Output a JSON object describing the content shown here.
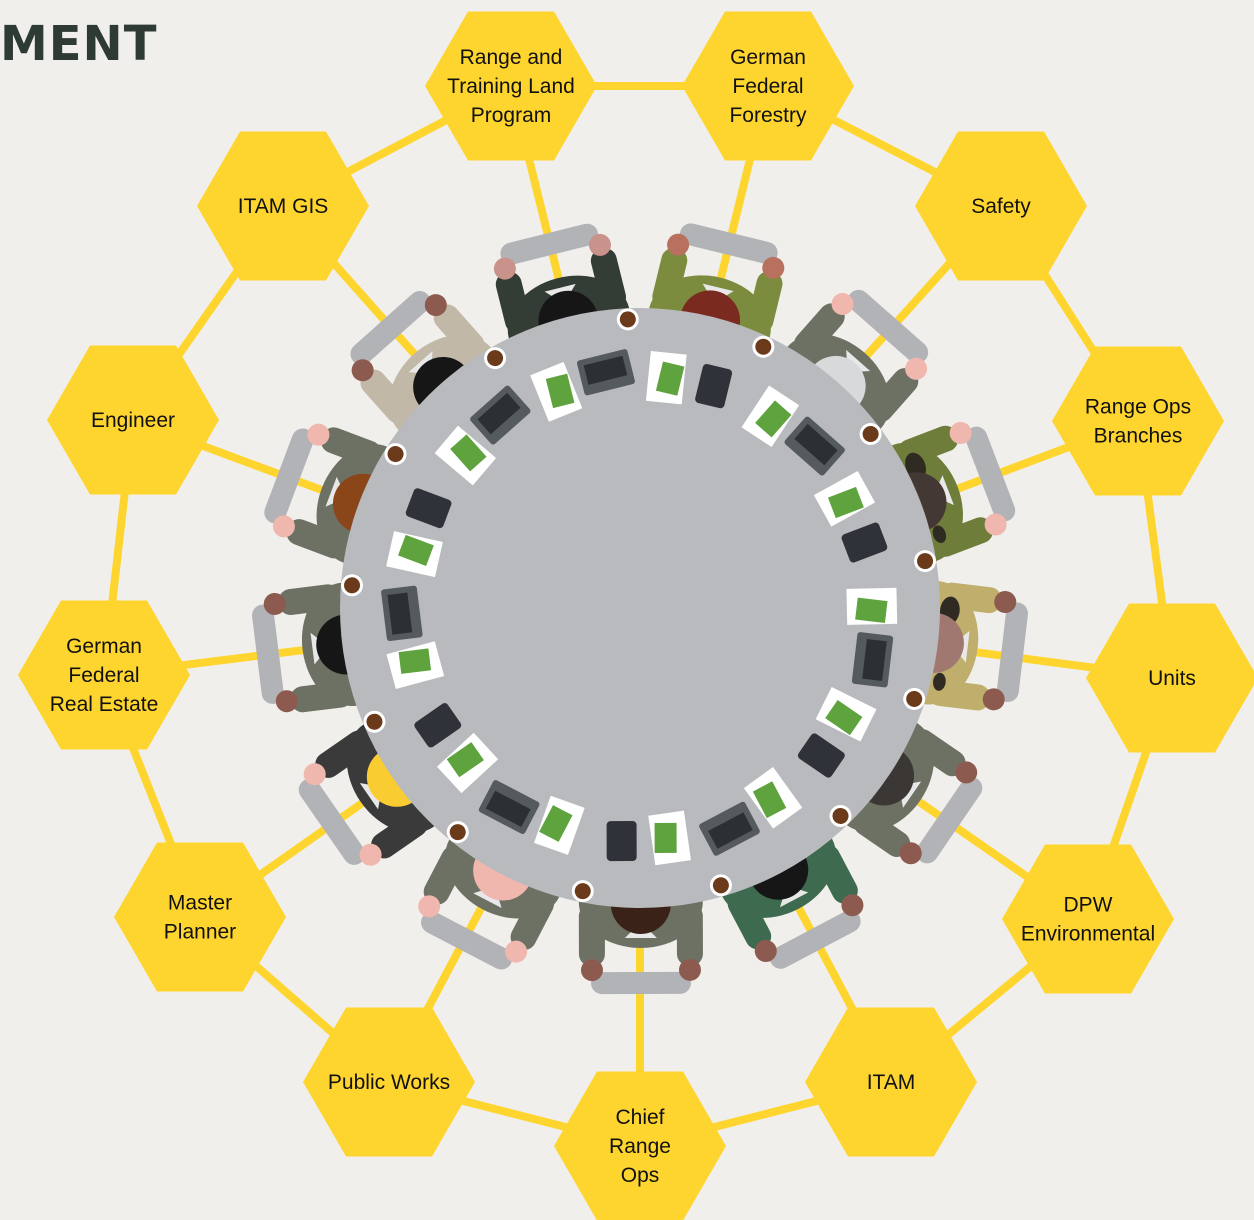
{
  "heading": "MENT",
  "colors": {
    "background": "#f1efeb",
    "hexagon": "#fed52f",
    "ring": "#fed52f",
    "table": "#b9babd",
    "chair": "#b2b3b6",
    "heading": "#2e3a34"
  },
  "nodes": [
    {
      "id": "range-training-land",
      "label": "Range and\nTraining Land\nProgram"
    },
    {
      "id": "german-federal-forestry",
      "label": "German\nFederal\nForestry"
    },
    {
      "id": "safety",
      "label": "Safety"
    },
    {
      "id": "range-ops-branches",
      "label": "Range Ops\nBranches"
    },
    {
      "id": "units",
      "label": "Units"
    },
    {
      "id": "dpw-environmental",
      "label": "DPW\nEnvironmental"
    },
    {
      "id": "itam",
      "label": "ITAM"
    },
    {
      "id": "chief-range-ops",
      "label": "Chief\nRange\nOps"
    },
    {
      "id": "public-works",
      "label": "Public Works"
    },
    {
      "id": "master-planner",
      "label": "Master\nPlanner"
    },
    {
      "id": "german-federal-real-estate",
      "label": "German\nFederal\nReal Estate"
    },
    {
      "id": "engineer",
      "label": "Engineer"
    },
    {
      "id": "itam-gis",
      "label": "ITAM GIS"
    }
  ],
  "participants": [
    {
      "id": "p01",
      "shirt": "#333d35",
      "hair": "#161616",
      "skin": "#c9928a"
    },
    {
      "id": "p02",
      "shirt": "#7b8c3e",
      "hair": "#7a2a1e",
      "skin": "#b8715f"
    },
    {
      "id": "p03",
      "shirt": "#6d7163",
      "hair": "#d8d9da",
      "skin": "#f0b7ae"
    },
    {
      "id": "p04",
      "shirt": "#6f7d3b",
      "hair": "#443834",
      "skin": "#f0b7ae",
      "camo": true
    },
    {
      "id": "p05",
      "shirt": "#bfae6c",
      "hair": "#a07870",
      "skin": "#8d5a50",
      "camo": true
    },
    {
      "id": "p06",
      "shirt": "#6d7163",
      "hair": "#3b3734",
      "skin": "#8d5a50"
    },
    {
      "id": "p07",
      "shirt": "#3e6b50",
      "hair": "#161616",
      "skin": "#8d5a50"
    },
    {
      "id": "p08",
      "shirt": "#6d7163",
      "hair": "#3b2219",
      "skin": "#8d5a50"
    },
    {
      "id": "p09",
      "shirt": "#6d7163",
      "hair": "#f0b7ae",
      "skin": "#f0b7ae"
    },
    {
      "id": "p10",
      "shirt": "#3a3a3a",
      "hair": "#f9cd32",
      "skin": "#f0b7ae"
    },
    {
      "id": "p11",
      "shirt": "#6d7163",
      "hair": "#161616",
      "skin": "#8d5a50"
    },
    {
      "id": "p12",
      "shirt": "#6d7163",
      "hair": "#8a4519",
      "skin": "#f0b7ae"
    },
    {
      "id": "p13",
      "shirt": "#c2b8a8",
      "hair": "#161616",
      "skin": "#8d5a50"
    }
  ]
}
